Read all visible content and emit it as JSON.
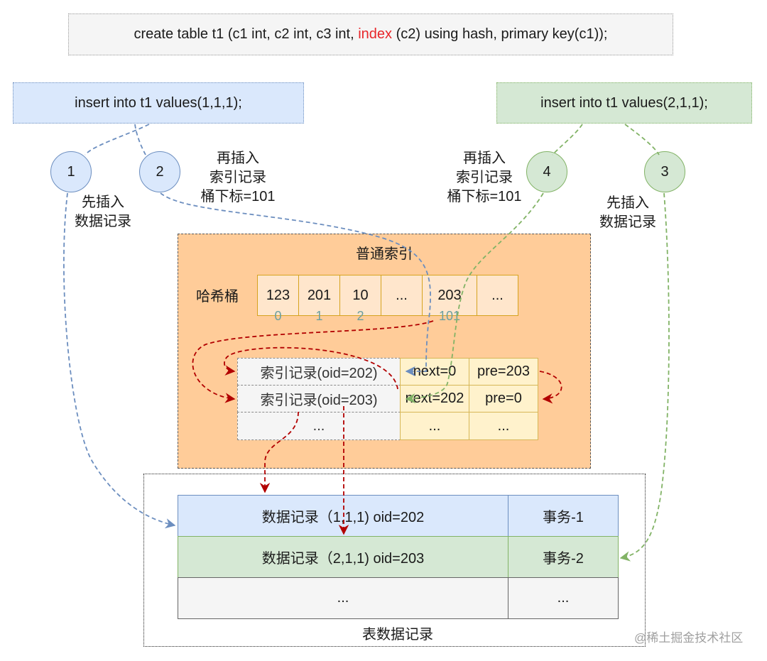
{
  "sql": {
    "before": "create table t1 (c1 int, c2 int, c3 int, ",
    "keyword": "index",
    "after": " (c2) using hash, primary key(c1));"
  },
  "tx1": {
    "statement": "insert into t1 values(1,1,1);"
  },
  "tx2": {
    "statement": "insert into t1 values(2,1,1);"
  },
  "steps": [
    {
      "num": "1",
      "label": "先插入\n数据记录"
    },
    {
      "num": "2",
      "label": "再插入\n索引记录\n桶下标=101"
    },
    {
      "num": "3",
      "label": "先插入\n数据记录"
    },
    {
      "num": "4",
      "label": "再插入\n索引记录\n桶下标=101"
    }
  ],
  "index": {
    "title": "普通索引",
    "bucket_label": "哈希桶",
    "buckets": [
      {
        "value": "123",
        "idx": "0"
      },
      {
        "value": "201",
        "idx": "1"
      },
      {
        "value": "10",
        "idx": "2"
      },
      {
        "value": "...",
        "idx": ""
      },
      {
        "value": "203",
        "idx": "101"
      },
      {
        "value": "...",
        "idx": ""
      }
    ],
    "records": [
      {
        "label": "索引记录(oid=202)",
        "next": "next=0",
        "pre": "pre=203"
      },
      {
        "label": "索引记录(oid=203)",
        "next": "next=202",
        "pre": "pre=0"
      },
      {
        "label": "...",
        "next": "...",
        "pre": "..."
      }
    ]
  },
  "table": {
    "caption": "表数据记录",
    "rows": [
      {
        "data": "数据记录（1,1,1) oid=202",
        "tx": "事务-1"
      },
      {
        "data": "数据记录（2,1,1) oid=203",
        "tx": "事务-2"
      },
      {
        "data": "...",
        "tx": "..."
      }
    ]
  },
  "watermark": "@稀土掘金技术社区",
  "colors": {
    "blue_fill": "#dae8fc",
    "blue_stroke": "#6c8ebf",
    "green_fill": "#d5e8d4",
    "green_stroke": "#82b366",
    "orange_fill": "#ffcc99",
    "red_arrow": "#b20000"
  }
}
